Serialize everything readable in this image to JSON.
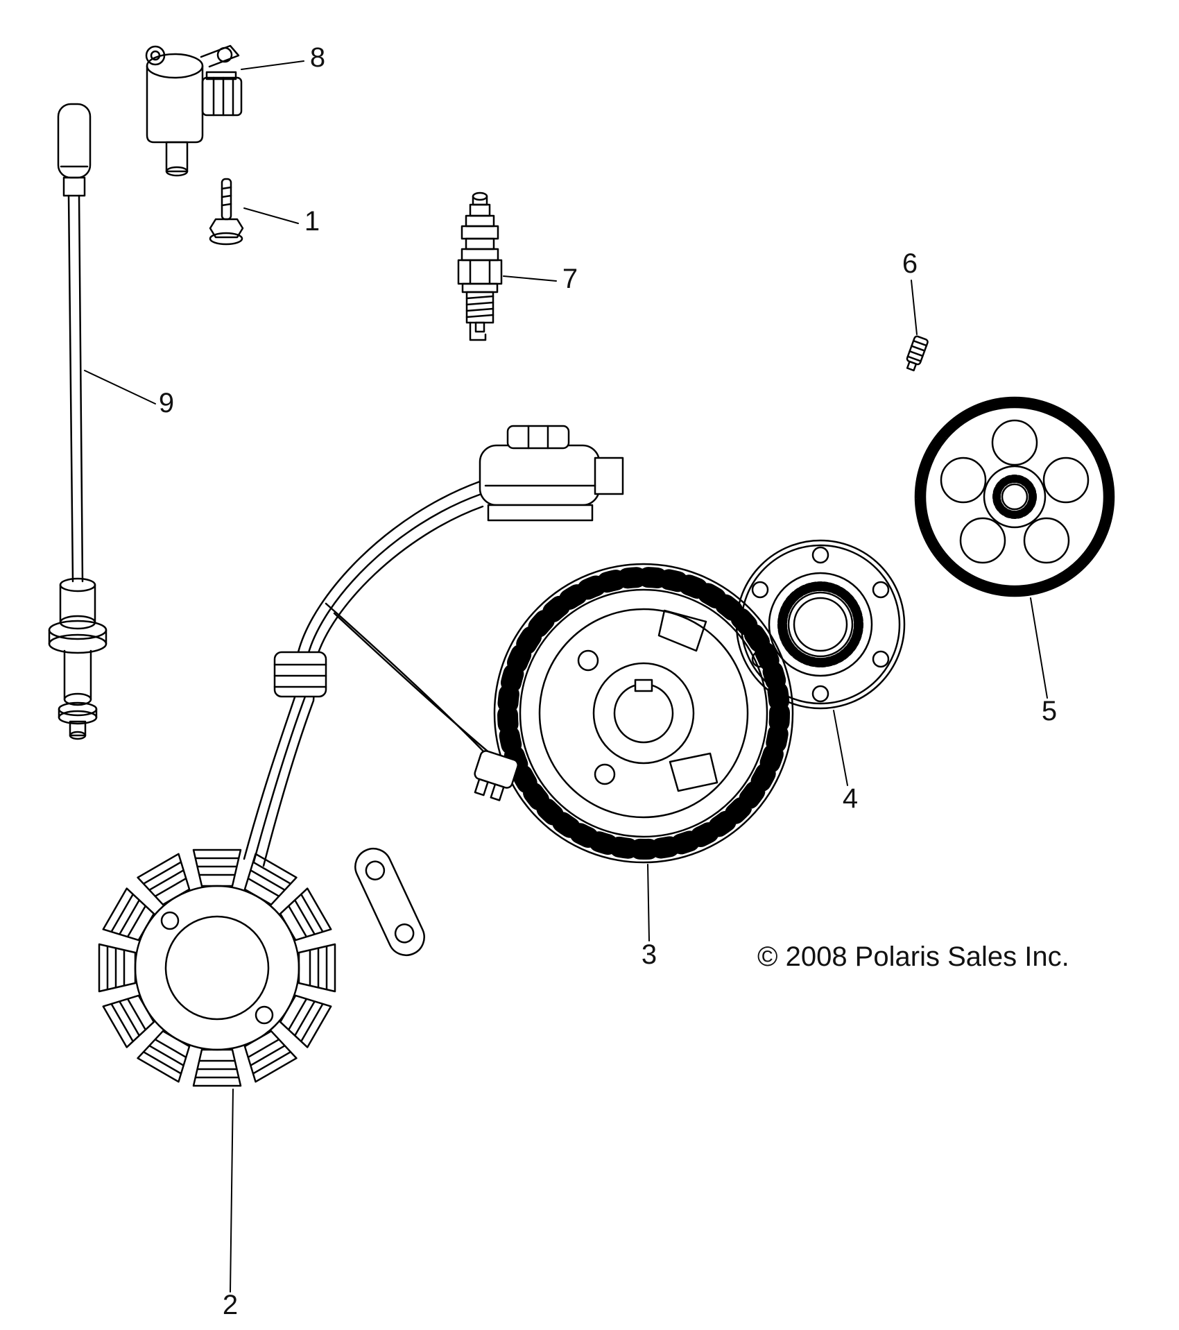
{
  "diagram": {
    "copyright": "© 2008 Polaris Sales Inc.",
    "callouts": [
      {
        "number": "1",
        "part": "flange-bolt"
      },
      {
        "number": "2",
        "part": "stator"
      },
      {
        "number": "3",
        "part": "flywheel-rotor"
      },
      {
        "number": "4",
        "part": "one-way-clutch-housing"
      },
      {
        "number": "5",
        "part": "starter-drive-gear"
      },
      {
        "number": "6",
        "part": "stud"
      },
      {
        "number": "7",
        "part": "spark-plug"
      },
      {
        "number": "8",
        "part": "ignition-coil"
      },
      {
        "number": "9",
        "part": "spark-plug-wire"
      }
    ]
  }
}
